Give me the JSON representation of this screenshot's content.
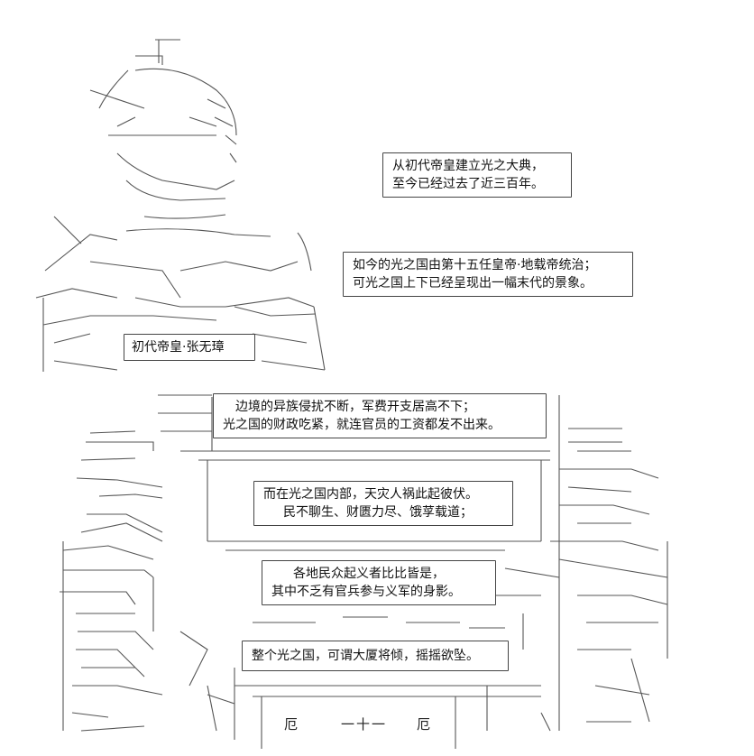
{
  "captions": {
    "founding": [
      "从初代帝皇建立光之大典，",
      "至今已经过去了近三百年。"
    ],
    "current": [
      "如今的光之国由第十五任皇帝·地载帝统治；",
      "可光之国上下已经呈现出一幅末代的景象。"
    ],
    "founder_name": "初代帝皇·张无璋",
    "border": [
      "边境的异族侵扰不断，军费开支居高不下；",
      "光之国的财政吃紧，就连官员的工资都发不出来。"
    ],
    "internal": [
      "而在光之国内部，天灾人祸此起彼伏。",
      "民不聊生、财匮力尽、饿莩载道；"
    ],
    "uprising": [
      "各地民众起义者比比皆是，",
      "其中不乏有官兵参与义军的身影。"
    ],
    "collapse": "整个光之国，可谓大厦将倾，摇摇欲坠。"
  },
  "sign_chars": [
    "厄",
    "一十一",
    "厄"
  ],
  "colors": {
    "ink": "#222222",
    "background": "#ffffff"
  }
}
